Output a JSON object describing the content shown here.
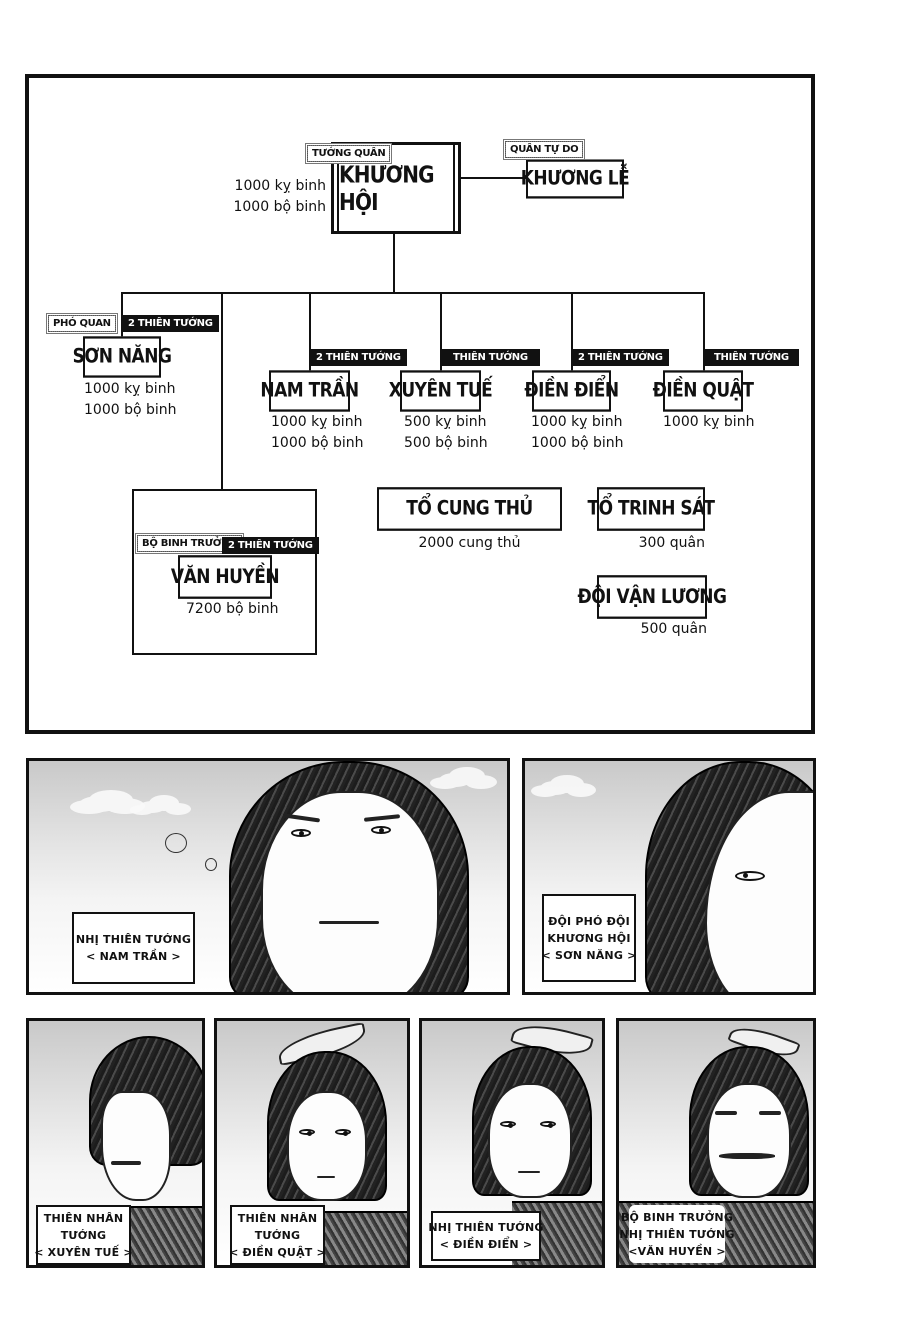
{
  "org_chart": {
    "commander": {
      "role_tag": "TƯỚNG QUÂN",
      "name": "KHƯƠNG HỘI",
      "troops": [
        "1000 kỵ binh",
        "1000 bộ binh"
      ]
    },
    "free_army": {
      "role_tag": "QUÂN TỰ DO",
      "name": "KHƯƠNG LỄ"
    },
    "vice_commander": {
      "role_tag": "PHÓ QUAN",
      "rank_tag": "2 THIÊN TƯỚNG",
      "name": "SƠN NĂNG",
      "troops": [
        "1000 kỵ binh",
        "1000 bộ binh"
      ]
    },
    "generals": [
      {
        "rank_tag": "2 THIÊN TƯỚNG",
        "name": "NAM TRẦN",
        "troops": [
          "1000 kỵ binh",
          "1000 bộ binh"
        ]
      },
      {
        "rank_tag": "THIÊN TƯỚNG",
        "name": "XUYÊN TUẾ",
        "troops": [
          "500 kỵ binh",
          "500 bộ binh"
        ]
      },
      {
        "rank_tag": "2 THIÊN TƯỚNG",
        "name": "ĐIỀN ĐIỂN",
        "troops": [
          "1000 kỵ binh",
          "1000 bộ binh"
        ]
      },
      {
        "rank_tag": "THIÊN TƯỚNG",
        "name": "ĐIỀN QUẬT",
        "troops": [
          "1000 kỵ binh"
        ]
      }
    ],
    "infantry_chief": {
      "role_tag": "BỘ BINH TRƯỞNG",
      "rank_tag": "2 THIÊN TƯỚNG",
      "name": "VĂN HUYỀN",
      "troops": [
        "7200 bộ binh"
      ]
    },
    "units": [
      {
        "name": "TỔ CUNG THỦ",
        "troops": "2000 cung thủ"
      },
      {
        "name": "TỔ TRINH SÁT",
        "troops": "300 quân"
      },
      {
        "name": "ĐỘI VẬN LƯƠNG",
        "troops": "500 quân"
      }
    ]
  },
  "panels": [
    {
      "caption": [
        "NHỊ THIÊN TƯỚNG",
        "< NAM TRẦN >"
      ]
    },
    {
      "caption": [
        "ĐỘI PHÓ ĐỘI",
        "KHƯƠNG HỘI",
        "< SƠN NĂNG >"
      ]
    },
    {
      "caption": [
        "THIÊN NHÂN",
        "TƯỚNG",
        "< XUYÊN TUẾ >"
      ]
    },
    {
      "caption": [
        "THIÊN NHÂN",
        "TƯỚNG",
        "< ĐIỀN QUẬT >"
      ]
    },
    {
      "caption": [
        "NHỊ THIÊN TƯỚNG",
        "< ĐIỀN ĐIỂN >"
      ]
    },
    {
      "caption": [
        "BỘ BINH TRƯỞNG",
        "NHỊ THIÊN TƯỚNG",
        "<VĂN HUYỀN >"
      ]
    }
  ],
  "colors": {
    "ink": "#111111",
    "paper": "#ffffff",
    "tag_black": "#111111",
    "sky": "#d0d0d0"
  }
}
